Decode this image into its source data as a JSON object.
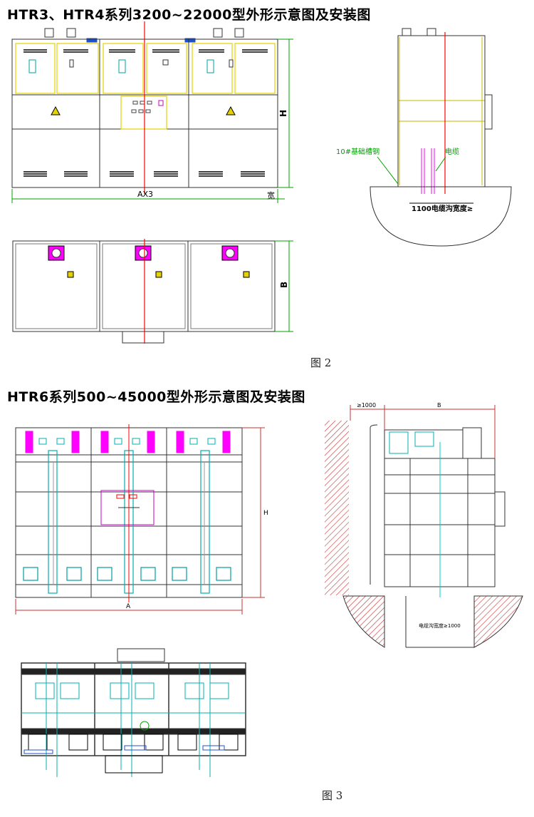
{
  "section1": {
    "title": "HTR3、HTR4系列3200~22000型外形示意图及安装图",
    "caption": "图 2",
    "dims": {
      "width": "AX3",
      "height": "H",
      "depth": "B",
      "small": "宽"
    },
    "side_labels": {
      "ground_steel": "10#基础槽钢",
      "cable": "电缆",
      "trench": "1100电缆沟宽度≥"
    }
  },
  "section2": {
    "title": "HTR6系列500~45000型外形示意图及安装图",
    "caption": "图 3",
    "dims": {
      "width": "A",
      "height": "H",
      "depth": "B",
      "clearance": "≥1000"
    },
    "side_labels": {
      "trench": "电缆沟宽度≥1000"
    }
  },
  "colors": {
    "yellow": "#e6d200",
    "red": "#ff0000",
    "cyan": "#00cccc",
    "magenta": "#ff00ff",
    "green": "#00b000",
    "dim": "#00a000"
  }
}
